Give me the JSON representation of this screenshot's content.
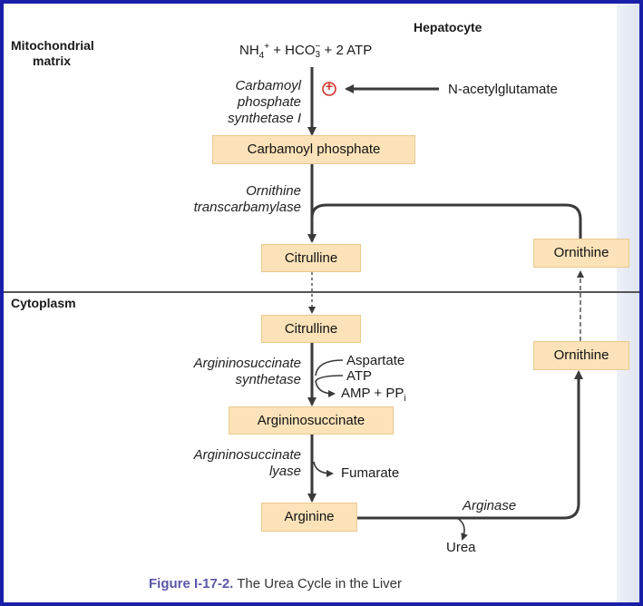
{
  "labels": {
    "hepatocyte": "Hepatocyte",
    "mito_line1": "Mitochondrial",
    "mito_line2": "matrix",
    "cytoplasm": "Cytoplasm",
    "reactants": {
      "nh4": "NH",
      "nh4_sub": "4",
      "nh4_sup": "+",
      "plus1": " + HCO",
      "hco3_sup": "−",
      "hco3_sub": "3",
      "plus2": " + 2 ATP"
    },
    "activator": "N-acetylglutamate",
    "activator_sign": "+"
  },
  "enzymes": {
    "cps_line1": "Carbamoyl",
    "cps_line2": "phosphate",
    "cps_line3": "synthetase I",
    "otc_line1": "Ornithine",
    "otc_line2": "transcarbamylase",
    "ass_line1": "Argininosuccinate",
    "ass_line2": "synthetase",
    "asl_line1": "Argininosuccinate",
    "asl_line2": "lyase",
    "arginase": "Arginase"
  },
  "boxes": {
    "carbamoyl_phosphate": "Carbamoyl phosphate",
    "citrulline_mito": "Citrulline",
    "ornithine_mito": "Ornithine",
    "citrulline_cyto": "Citrulline",
    "argininosuccinate": "Argininosuccinate",
    "arginine": "Arginine",
    "ornithine_cyto": "Ornithine"
  },
  "side": {
    "aspartate": "Aspartate",
    "atp": "ATP",
    "amp_ppi": "AMP + PP",
    "ppi_sub": "i",
    "fumarate": "Fumarate",
    "urea": "Urea"
  },
  "caption": {
    "label": "Figure I-17-2.",
    "text": " The Urea Cycle in the Liver"
  },
  "colors": {
    "border": "#1a1fa8",
    "box_fill": "#fbe2b8",
    "caption_label": "#5b56a8",
    "activator_sign": "#d0302a"
  }
}
